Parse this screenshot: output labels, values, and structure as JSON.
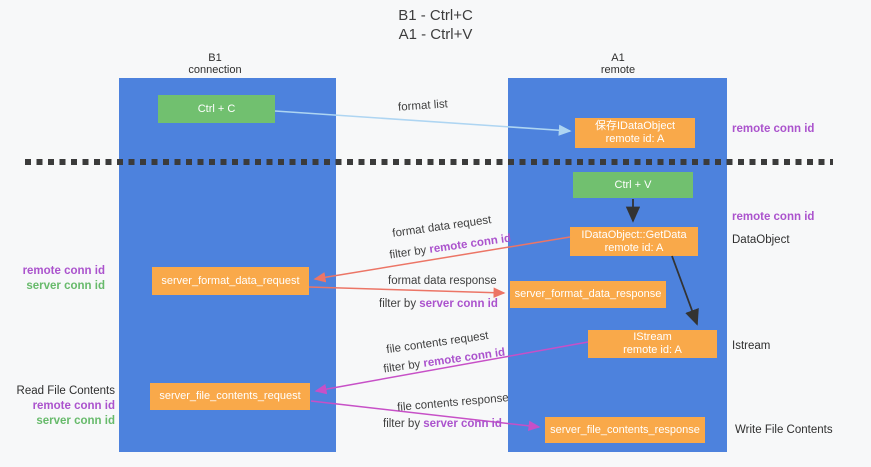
{
  "title": {
    "line1": "B1 - Ctrl+C",
    "line2": "A1 - Ctrl+V"
  },
  "lifelines": {
    "left": {
      "name": "B1",
      "role": "connection"
    },
    "right": {
      "name": "A1",
      "role": "remote"
    }
  },
  "boxes": {
    "ctrl_c": {
      "label": "Ctrl + C"
    },
    "save_idataobject": {
      "line1": "保存IDataObject",
      "line2": "remote id: A"
    },
    "ctrl_v": {
      "label": "Ctrl + V"
    },
    "getdata": {
      "line1": "IDataObject::GetData",
      "line2": "remote id: A"
    },
    "format_request": {
      "label": "server_format_data_request"
    },
    "format_response": {
      "label": "server_format_data_response"
    },
    "istream": {
      "line1": "IStream",
      "line2": "remote id: A"
    },
    "file_request": {
      "label": "server_file_contents_request"
    },
    "file_response": {
      "label": "server_file_contents_response"
    }
  },
  "arrow_labels": {
    "format_list": "format list",
    "format_data_request": "format data request",
    "format_data_response": "format data response",
    "file_contents_request": "file contents request",
    "file_contents_response": "file contents response",
    "filter_by": "filter by ",
    "remote_conn_id": "remote conn id",
    "server_conn_id": "server conn id"
  },
  "annotations": {
    "left_mid": {
      "remote": "remote conn id",
      "server": "server conn id"
    },
    "left_bottom": {
      "title": "Read File Contents",
      "remote": "remote conn id",
      "server": "server conn id"
    },
    "right": {
      "top_remote_conn": "remote conn id",
      "mid_remote_conn": "remote conn id",
      "dataobject": "DataObject",
      "istream": "Istream",
      "write_file": "Write File Contents"
    }
  },
  "colors": {
    "lifeline_blue": "#4d82dd",
    "box_orange": "#f9a94a",
    "box_green": "#71c06f",
    "purple_text": "#ab53cd",
    "green_text": "#67ba6b",
    "arrow_salmon": "#ec7566",
    "arrow_magenta": "#c750c7",
    "arrow_lightblue": "#aed5f2",
    "arrow_black": "#333333",
    "background": "#f7f8f9"
  }
}
